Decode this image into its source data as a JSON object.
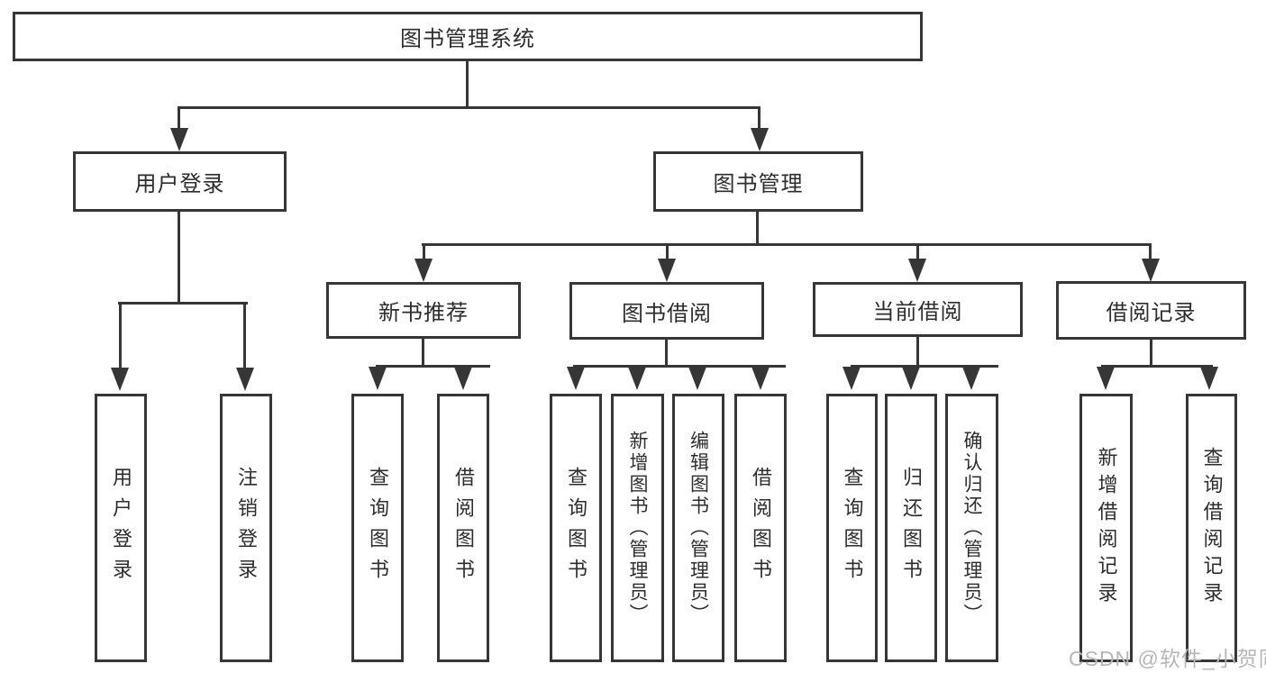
{
  "diagram": {
    "root": {
      "label": "图书管理系统"
    },
    "level2": [
      {
        "label": "用户登录"
      },
      {
        "label": "图书管理"
      }
    ],
    "level3": [
      {
        "label": "新书推荐"
      },
      {
        "label": "图书借阅"
      },
      {
        "label": "当前借阅"
      },
      {
        "label": "借阅记录"
      }
    ],
    "leaves": {
      "user_login": [
        {
          "label": "用户登录"
        },
        {
          "label": "注销登录"
        }
      ],
      "new_book": [
        {
          "label": "查询图书"
        },
        {
          "label": "借阅图书"
        }
      ],
      "book_borrow": [
        {
          "label": "查询图书"
        },
        {
          "label": "新增图书（管理员）"
        },
        {
          "label": "编辑图书（管理员）"
        },
        {
          "label": "借阅图书"
        }
      ],
      "current_borrow": [
        {
          "label": "查询图书"
        },
        {
          "label": "归还图书"
        },
        {
          "label": "确认归还（管理员）"
        }
      ],
      "borrow_records": [
        {
          "label": "新增借阅记录"
        },
        {
          "label": "查询借阅记录"
        }
      ]
    },
    "watermark": "CSDN @软件_小贺同学",
    "colors": {
      "line": "#363636",
      "text": "#2d2d2d",
      "background": "#ffffff",
      "watermark": "#b6b6b6"
    }
  }
}
